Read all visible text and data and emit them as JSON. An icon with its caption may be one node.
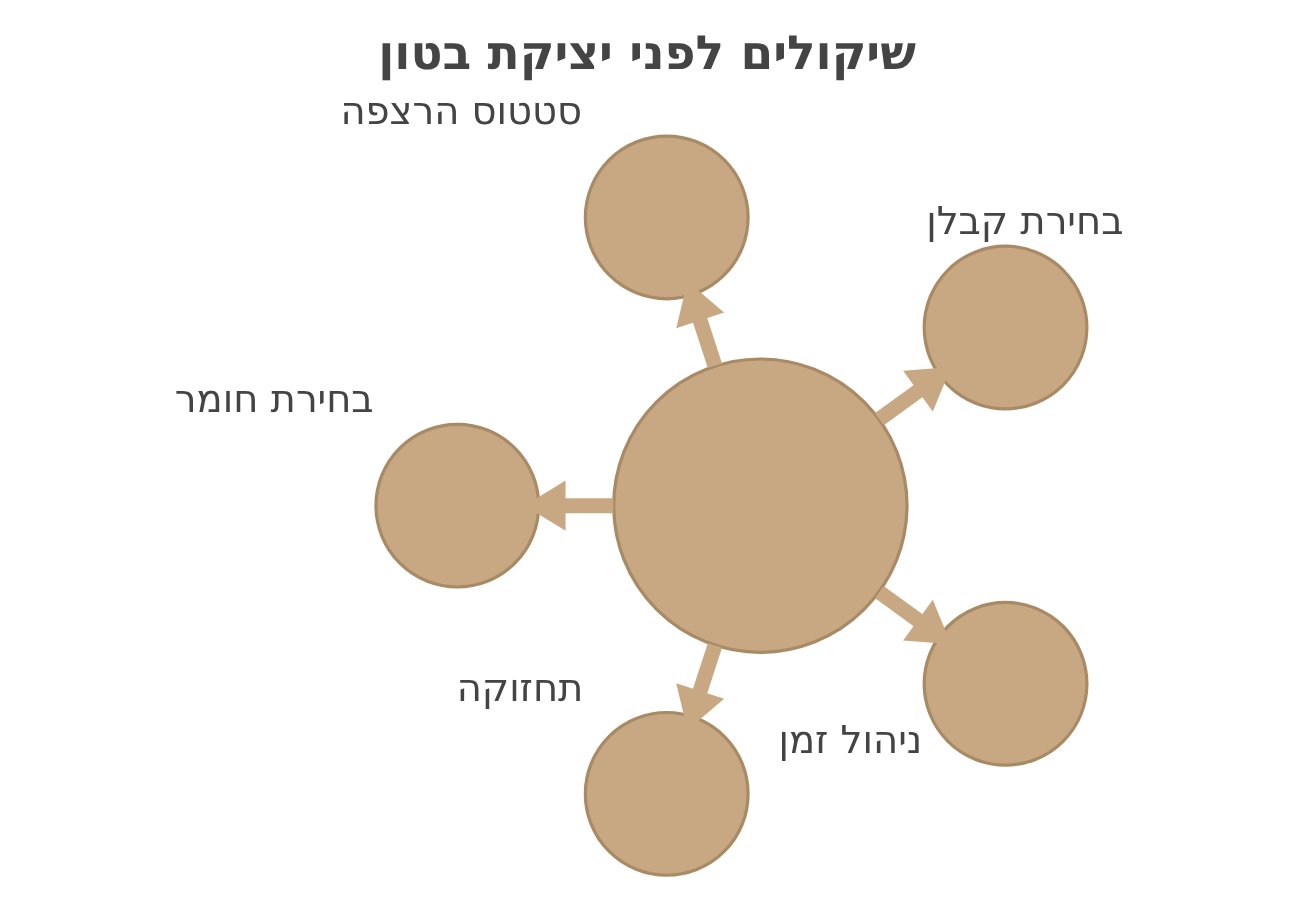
{
  "diagram": {
    "title": "שיקולים לפני יציקת בטון",
    "nodes": [
      {
        "text": [],
        "shape": "circle"
      },
      {
        "text": [
          "בחירת קבלן"
        ]
      },
      {
        "text": [
          "סטטוס הרצפה"
        ]
      },
      {
        "text": [
          "ניהול זמן"
        ]
      },
      {
        "text": [
          "בחירת חומר"
        ]
      },
      {
        "text": [
          "תחזוקה"
        ]
      }
    ],
    "edges": [
      {
        "from": 0,
        "to": 1,
        "arrow": "to"
      },
      {
        "from": 0,
        "to": 2,
        "arrow": "to"
      },
      {
        "from": 0,
        "to": 3,
        "arrow": "to"
      },
      {
        "from": 0,
        "to": 4,
        "arrow": "to"
      },
      {
        "from": 0,
        "to": 5,
        "arrow": "to"
      }
    ]
  }
}
